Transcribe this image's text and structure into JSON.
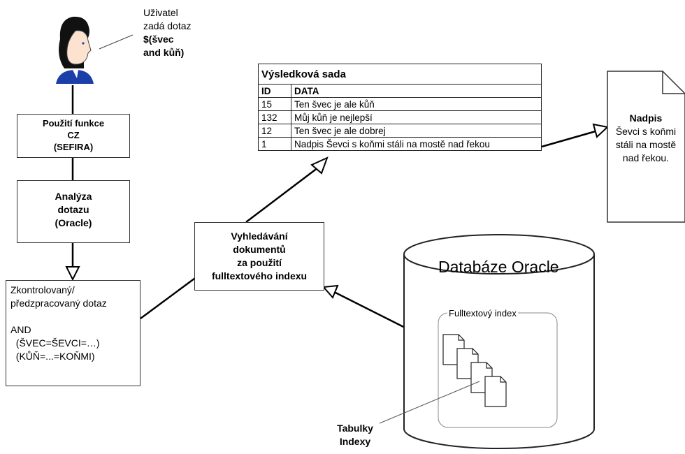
{
  "user_note": {
    "lines": [
      "Uživatel",
      "zadá dotaz"
    ],
    "query_lines": [
      "$(švec",
      "and kůň)"
    ]
  },
  "box_cz": {
    "lines": [
      "Použití funkce",
      "CZ",
      "(SEFIRA)"
    ]
  },
  "box_analysis": {
    "lines": [
      "Analýza",
      "dotazu",
      "(Oracle)"
    ]
  },
  "box_checked": {
    "lines": [
      "Zkontrolovaný/",
      "předzpracovaný dotaz",
      "",
      "AND",
      "  (ŠVEC=ŠEVCI=…)",
      "  (KŮŇ=...=KOŇMI)"
    ]
  },
  "box_search": {
    "lines": [
      "Vyhledávání",
      "dokumentů",
      "za použití",
      "fulltextového indexu"
    ]
  },
  "result_set": {
    "title": "Výsledková sada",
    "headers": [
      "ID",
      "DATA"
    ],
    "rows": [
      [
        "15",
        "Ten švec je ale kůň"
      ],
      [
        "132",
        "Můj kůň je nejlepší"
      ],
      [
        "12",
        "Ten švec je ale dobrej"
      ],
      [
        "1",
        "Nadpis Ševci s koňmi stáli na mostě nad řekou"
      ]
    ]
  },
  "document": {
    "lines": [
      "Nadpis",
      "Ševci s koňmi",
      "stáli na mostě",
      "nad řekou."
    ]
  },
  "database": {
    "title": "Databáze Oracle",
    "index_label": "Fulltextový index"
  },
  "tables_label": {
    "lines": [
      "Tabulky",
      "Indexy"
    ]
  }
}
